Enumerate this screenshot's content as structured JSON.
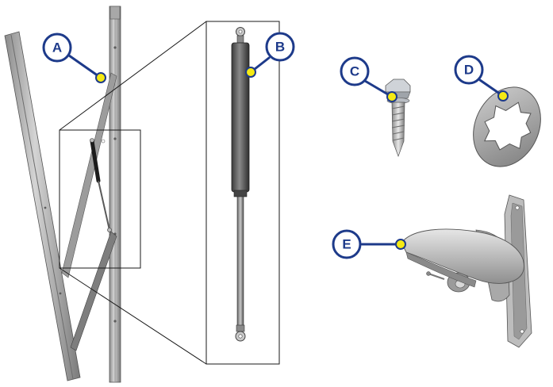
{
  "callouts": [
    {
      "id": "a",
      "letter": "A"
    },
    {
      "id": "b",
      "letter": "B"
    },
    {
      "id": "c",
      "letter": "C"
    },
    {
      "id": "d",
      "letter": "D"
    },
    {
      "id": "e",
      "letter": "E"
    }
  ],
  "colors": {
    "callout_ring": "#1d3a8a",
    "callout_fill": "#ffffff",
    "marker_dot": "#f5ea14",
    "outline": "#1a1a1a"
  }
}
